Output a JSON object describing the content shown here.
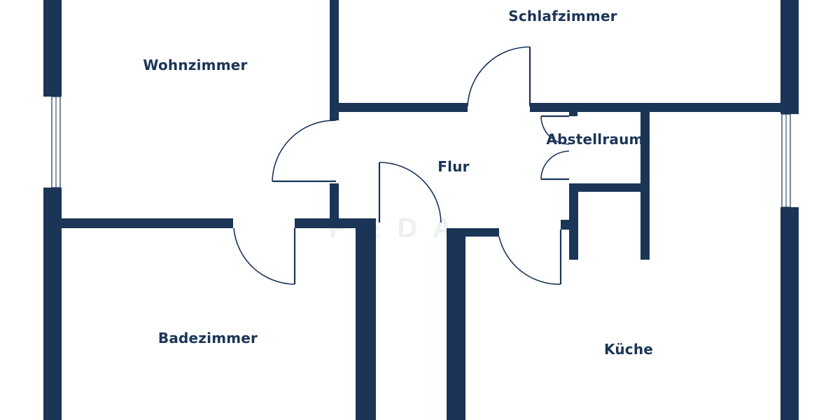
{
  "colors": {
    "wall": "#1b3557",
    "background": "#ffffff",
    "label": "#1b3557"
  },
  "rooms": {
    "wohnzimmer": "Wohnzimmer",
    "schlafzimmer": "Schlafzimmer",
    "flur": "Flur",
    "abstellraum": "Abstellraum",
    "badezimmer": "Badezimmer",
    "kueche": "Küche"
  },
  "watermark": "F  E  D  A"
}
